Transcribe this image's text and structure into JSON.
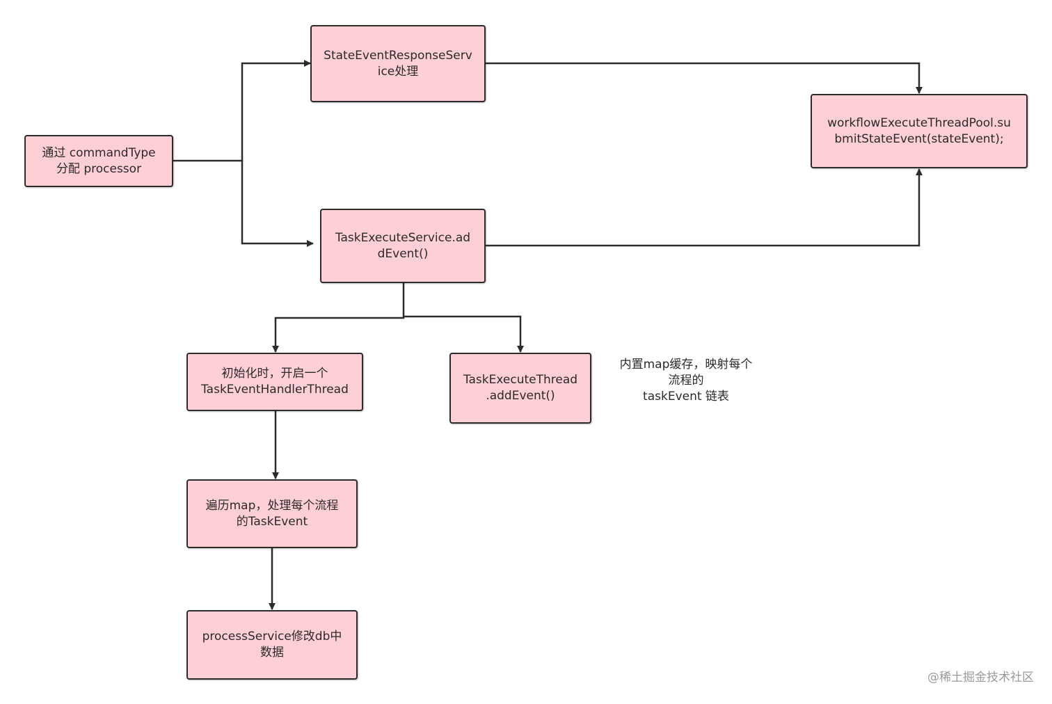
{
  "nodes": {
    "dispatch": "通过 commandType\n分配 processor",
    "state_event_service": "StateEventResponseServ\nice处理",
    "task_execute_service": "TaskExecuteService.ad\ndEvent()",
    "workflow_pool": "workflowExecuteThreadPool.su\nbmitStateEvent(stateEvent);",
    "init_handler_thread": "初始化时，开启一个\nTaskEventHandlerThread",
    "task_execute_thread": "TaskExecuteThread\n.addEvent()",
    "traverse_map": "遍历map，处理每个流程\n的TaskEvent",
    "process_service": "processService修改db中\n数据"
  },
  "annotation": "内置map缓存，映射每个\n流程的\ntaskEvent 链表",
  "watermark": "@稀土掘金技术社区",
  "colors": {
    "node_fill": "#ffcfd6",
    "node_border": "#2b2b2b",
    "edge": "#2b2b2b"
  }
}
